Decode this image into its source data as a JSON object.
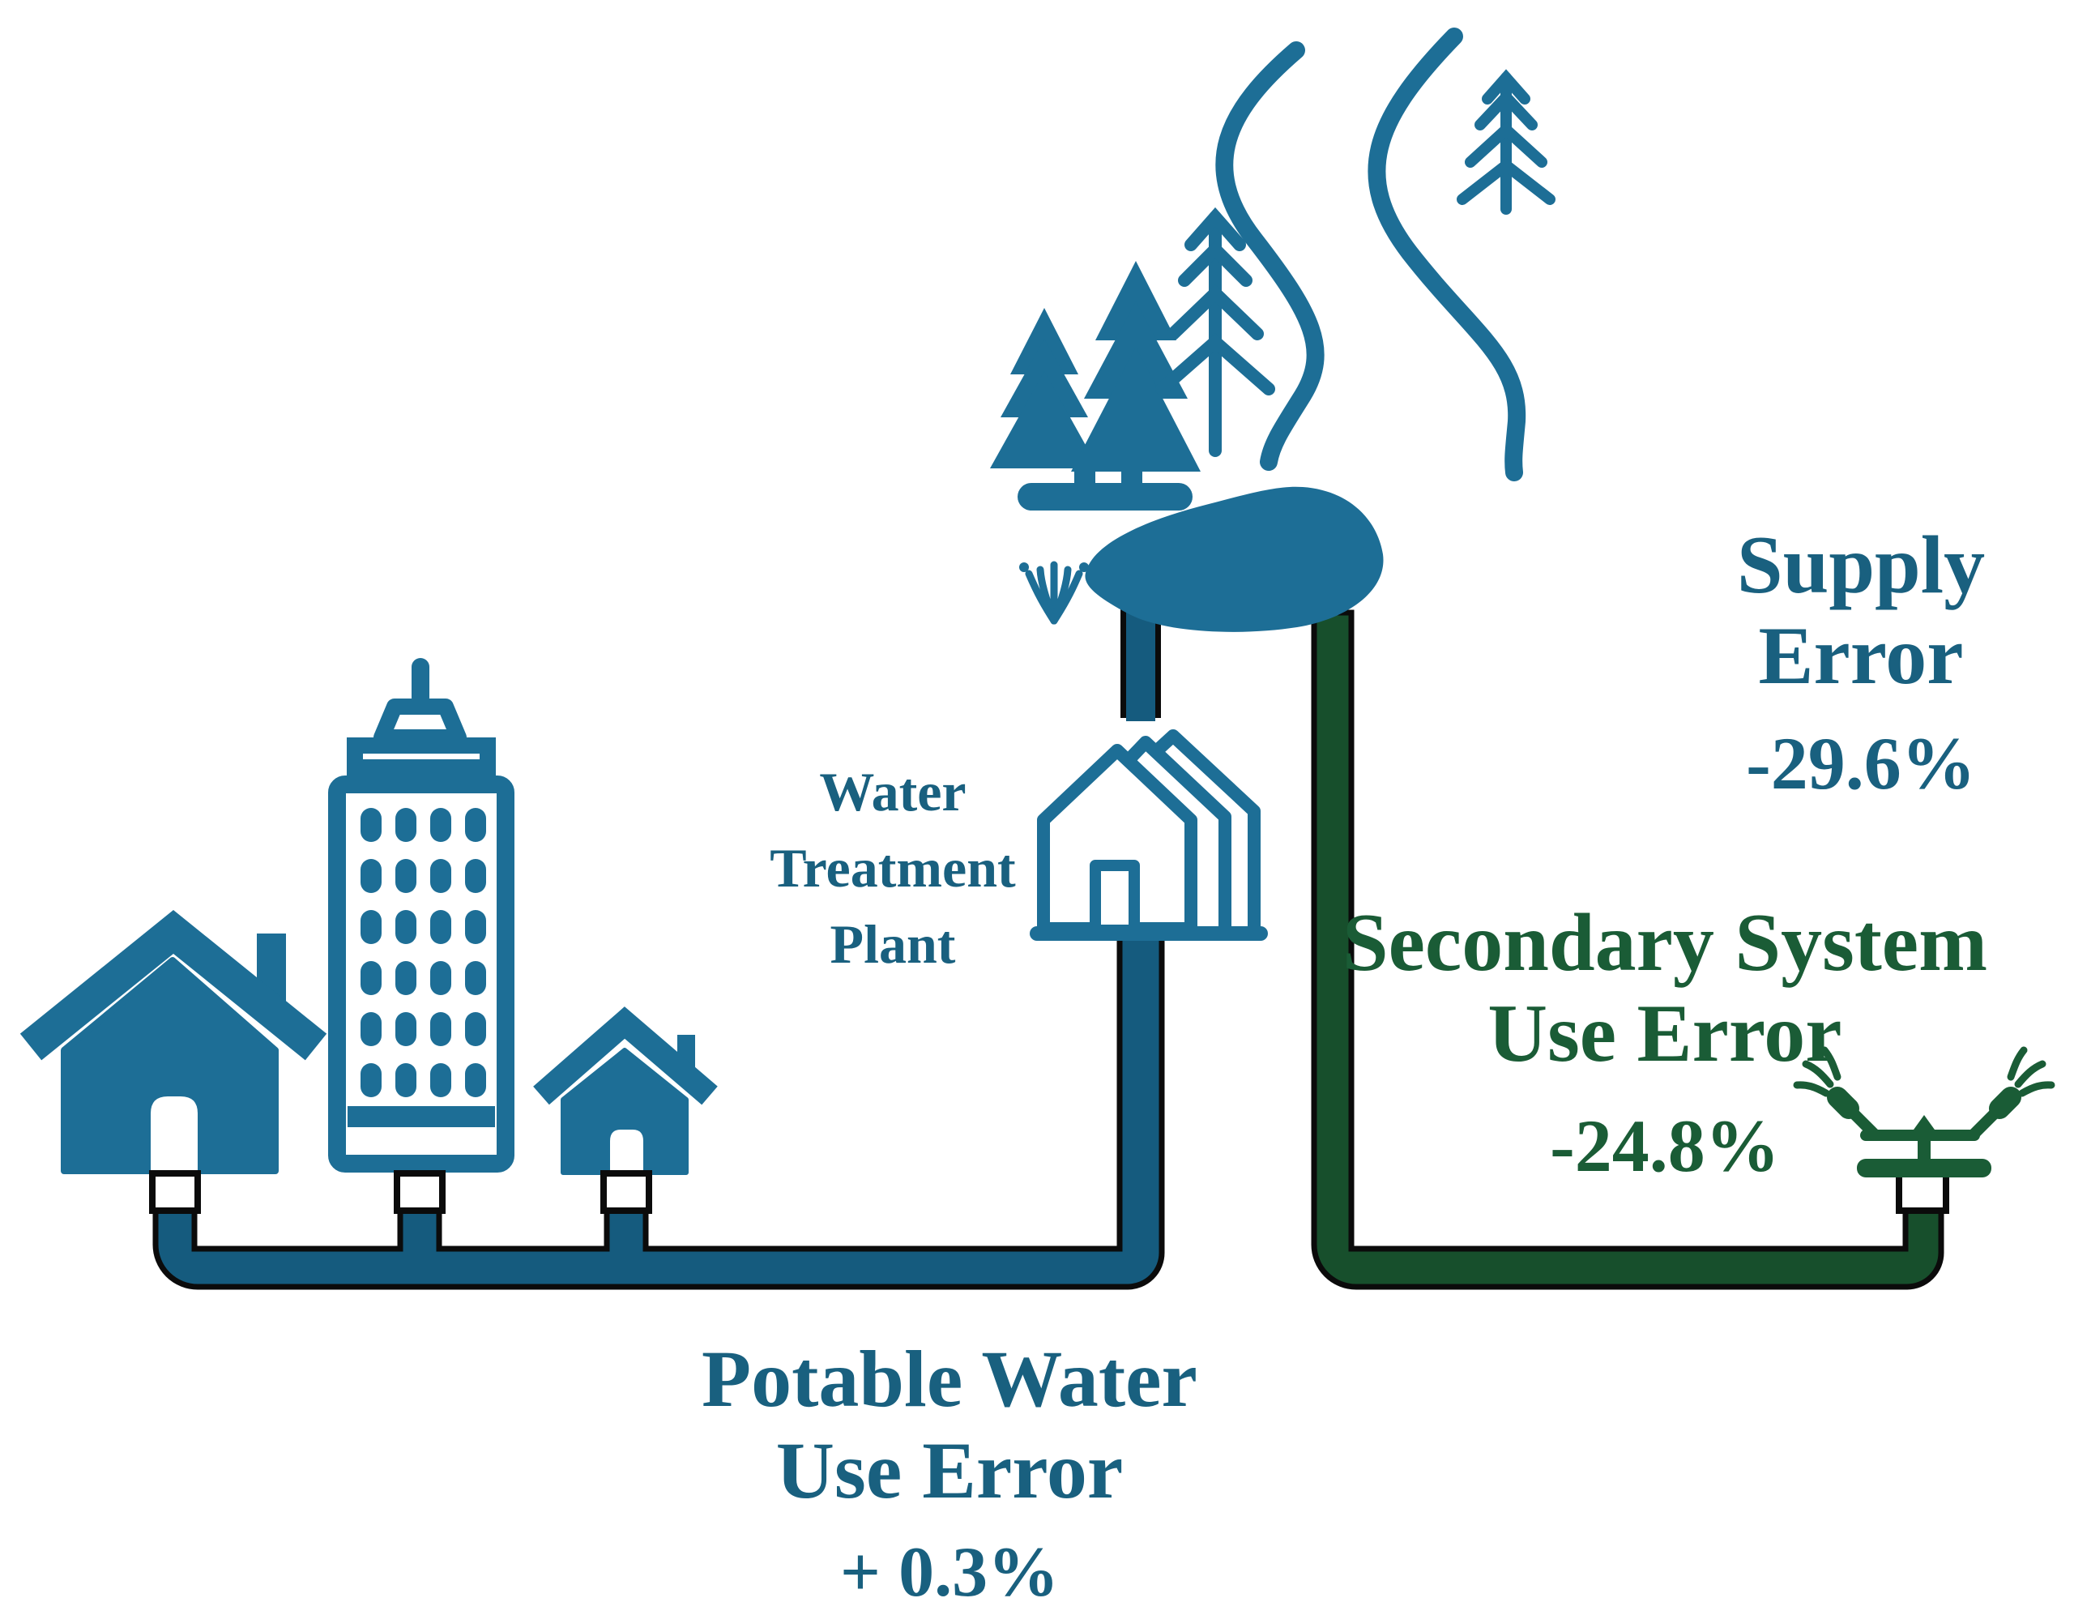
{
  "labels": {
    "treatment_plant": {
      "lines": [
        "Water",
        "Treatment",
        "Plant"
      ]
    },
    "supply": {
      "lines": [
        "Supply",
        "Error"
      ],
      "value": "-29.6%"
    },
    "secondary": {
      "lines": [
        "Secondary System",
        "Use Error"
      ],
      "value": "-24.8%"
    },
    "potable": {
      "lines": [
        "Potable Water",
        "Use Error"
      ],
      "value": "+ 0.3%"
    }
  },
  "colors": {
    "teal_icon": "#1d6e96",
    "teal_text": "#19607f",
    "teal_pipe": "#155b7e",
    "green_text": "#1a5c36",
    "green_pipe": "#174f2c",
    "pipe_outline": "#0b0b0b",
    "background": "#ffffff"
  },
  "icons": {
    "forest_trees": "evergreen-trees",
    "river": "winding-river",
    "lake": "lake",
    "grass": "grass-tuft",
    "treatment_plant": "treatment-plant-building",
    "large_house": "house",
    "apartment_tower": "apartment-building",
    "small_house": "house",
    "water_meter": "meter-junction-square",
    "sprinkler": "sprinkler"
  }
}
